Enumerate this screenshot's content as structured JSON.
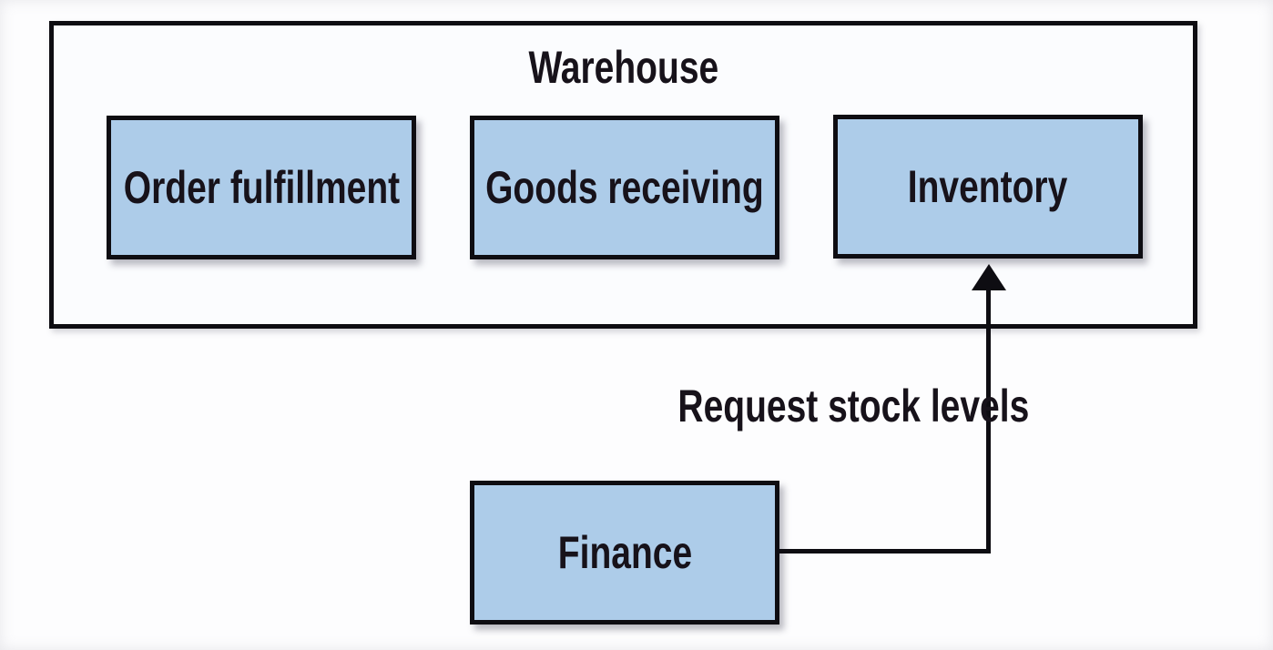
{
  "figure": {
    "type": "diagram",
    "container": {
      "label": "Warehouse"
    },
    "nodes": [
      {
        "id": "order-fulfillment",
        "label": "Order fulfillment",
        "parent": "Warehouse"
      },
      {
        "id": "goods-receiving",
        "label": "Goods receiving",
        "parent": "Warehouse"
      },
      {
        "id": "inventory",
        "label": "Inventory",
        "parent": "Warehouse"
      },
      {
        "id": "finance",
        "label": "Finance",
        "parent": null
      }
    ],
    "edges": [
      {
        "from": "finance",
        "to": "inventory",
        "label": "Request stock levels",
        "style": "elbow",
        "arrow": "triangle-up"
      }
    ],
    "colors": {
      "background": "#fdfdfe",
      "node_fill": "#adcce9",
      "node_border": "#0e0d12",
      "container_border": "#0e0d12",
      "connector": "#0e0d12",
      "text": "#17121a"
    }
  }
}
